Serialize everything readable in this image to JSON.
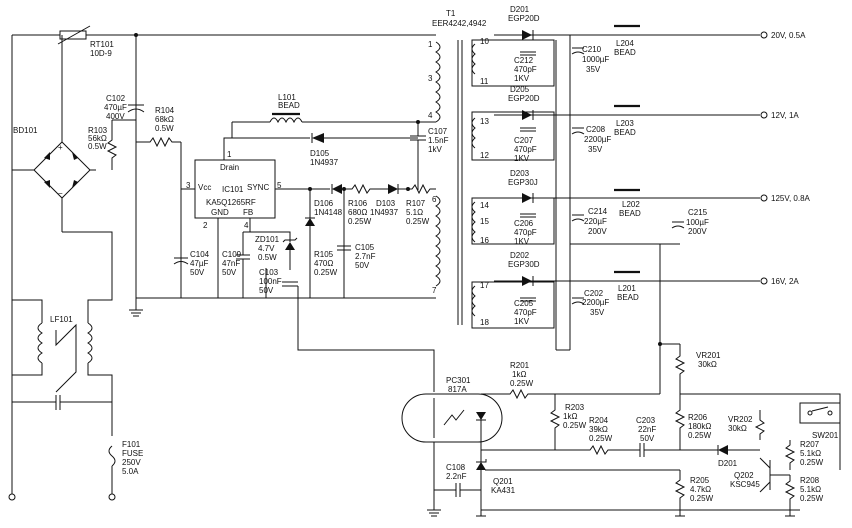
{
  "transformer": {
    "name": "T1",
    "part": "EER4242,4942"
  },
  "outputs": {
    "o20": {
      "diode": "D201",
      "diode_part": "EGP20D",
      "snub_cap": [
        "C212",
        "470pF",
        "1KV"
      ],
      "cap": [
        "C210",
        "1000µF",
        "35V"
      ],
      "bead": [
        "L204",
        "BEAD"
      ],
      "label": "20V, 0.5A",
      "pins": [
        "10",
        "11"
      ]
    },
    "o12": {
      "diode": "D205",
      "diode_part": "EGP20D",
      "snub_cap": [
        "C207",
        "470pF",
        "1KV"
      ],
      "cap": [
        "C208",
        "2200µF",
        "35V"
      ],
      "bead": [
        "L203",
        "BEAD"
      ],
      "label": "12V, 1A",
      "pins": [
        "13",
        "12"
      ]
    },
    "o125": {
      "diode": "D203",
      "diode_part": "EGP30J",
      "snub_cap": [
        "C206",
        "470pF",
        "1KV"
      ],
      "cap": [
        "C214",
        "220µF",
        "200V"
      ],
      "bead": [
        "L202",
        "BEAD"
      ],
      "cap2": [
        "C215",
        "100µF",
        "200V"
      ],
      "label": "125V, 0.8A",
      "pins": [
        "14",
        "15",
        "16"
      ]
    },
    "o16": {
      "diode": "D202",
      "diode_part": "EGP30D",
      "snub_cap": [
        "C205",
        "470pF",
        "1KV"
      ],
      "cap": [
        "C202",
        "2200µF",
        "35V"
      ],
      "bead": [
        "L201",
        "BEAD"
      ],
      "label": "16V, 2A",
      "pins": [
        "17",
        "18"
      ]
    }
  },
  "primary": {
    "rt101": [
      "RT101",
      "10D-9"
    ],
    "c102": [
      "C102",
      "470µF",
      "400V"
    ],
    "r104": [
      "R104",
      "68kΩ",
      "0.5W"
    ],
    "r103": [
      "R103",
      "56kΩ",
      "0.5W"
    ],
    "bd101": "BD101",
    "l101": [
      "L101",
      "BEAD"
    ],
    "c107": [
      "C107",
      "1.5nF",
      "1kV"
    ],
    "d105": [
      "D105",
      "1N4937"
    ],
    "ic101": [
      "Drain",
      "IC101",
      "KA5Q1265RF",
      "Vcc",
      "SYNC",
      "GND",
      "FB"
    ],
    "ic_pins": [
      "1",
      "2",
      "3",
      "4",
      "5"
    ],
    "d106": [
      "D106",
      "1N4148"
    ],
    "r106": [
      "R106",
      "680Ω",
      "0.25W"
    ],
    "d103": [
      "D103",
      "1N4937"
    ],
    "r107": [
      "R107",
      "5.1Ω",
      "0.25W"
    ],
    "c104": [
      "C104",
      "47µF",
      "50V"
    ],
    "c109": [
      "C109",
      "47nF",
      "50V"
    ],
    "zd101": [
      "ZD101",
      "4.7V",
      "0.5W"
    ],
    "c103": [
      "C103",
      "100nF",
      "50V"
    ],
    "r105": [
      "R105",
      "470Ω",
      "0.25W"
    ],
    "c105": [
      "C105",
      "2.7nF",
      "50V"
    ],
    "tx_pins": [
      "1",
      "3",
      "4",
      "6",
      "7"
    ],
    "lf101": "LF101",
    "f101": [
      "F101",
      "FUSE",
      "250V",
      "5.0A"
    ]
  },
  "feedback": {
    "pc301": [
      "PC301",
      "817A"
    ],
    "r201": [
      "R201",
      "1kΩ",
      "0.25W"
    ],
    "vr201": [
      "VR201",
      "30kΩ"
    ],
    "r203": [
      "R203",
      "1kΩ",
      "0.25W"
    ],
    "r204": [
      "R204",
      "39kΩ",
      "0.25W"
    ],
    "c203": [
      "C203",
      "22nF",
      "50V"
    ],
    "r206": [
      "R206",
      "180kΩ",
      "0.25W"
    ],
    "vr202": [
      "VR202",
      "30kΩ"
    ],
    "sw201": "SW201",
    "r207": [
      "R207",
      "5.1kΩ",
      "0.25W"
    ],
    "r208": [
      "R208",
      "5.1kΩ",
      "0.25W"
    ],
    "d201": "D201",
    "q202": [
      "Q202",
      "KSC945"
    ],
    "r205": [
      "R205",
      "4.7kΩ",
      "0.25W"
    ],
    "c108": [
      "C108",
      "2.2nF"
    ],
    "q201": [
      "Q201",
      "KA431"
    ]
  }
}
